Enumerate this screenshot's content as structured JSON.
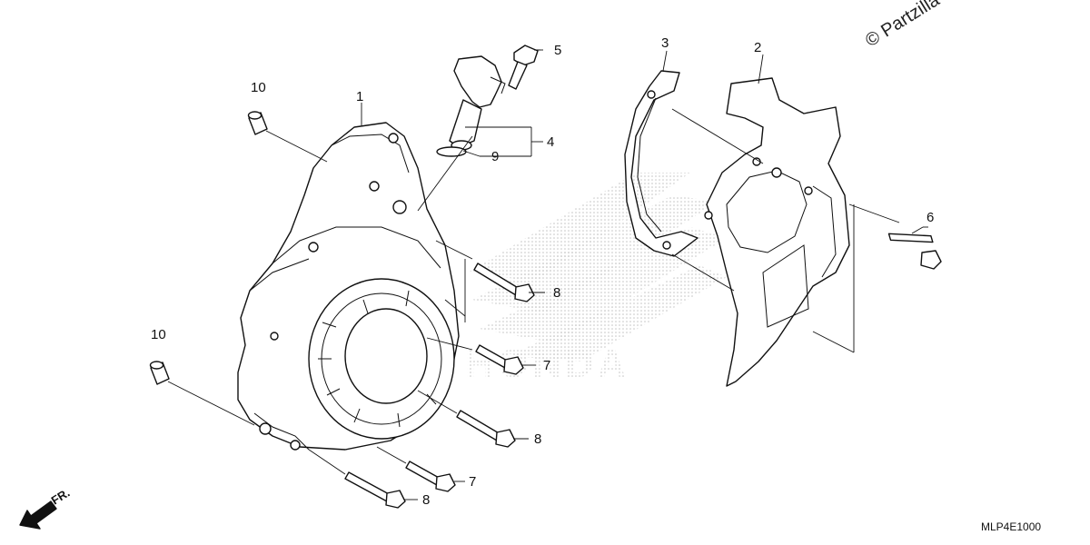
{
  "diagram": {
    "watermark_text": "HONDA",
    "copyright": "© Partzilla",
    "drawing_code": "MLP4E1000",
    "direction_label": "FR.",
    "callouts": [
      "1",
      "2",
      "3",
      "4",
      "5",
      "6",
      "7",
      "7",
      "8",
      "8",
      "8",
      "9",
      "10",
      "10"
    ]
  }
}
